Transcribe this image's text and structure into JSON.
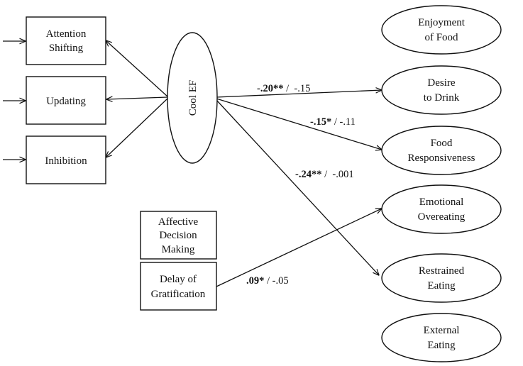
{
  "boxes": [
    {
      "id": "attention-shifting",
      "lines": [
        "Attention",
        "Shifting"
      ]
    },
    {
      "id": "updating",
      "lines": [
        "Updating"
      ]
    },
    {
      "id": "inhibition",
      "lines": [
        "Inhibition"
      ]
    },
    {
      "id": "affective-decision-making",
      "lines": [
        "Affective",
        "Decision",
        "Making"
      ]
    },
    {
      "id": "delay-of-gratification",
      "lines": [
        "Delay of",
        "Gratification"
      ]
    }
  ],
  "latent": {
    "id": "cool-ef",
    "label": "Cool EF"
  },
  "outcomes": [
    {
      "id": "enjoyment-of-food",
      "lines": [
        "Enjoyment",
        "of Food"
      ]
    },
    {
      "id": "desire-to-drink",
      "lines": [
        "Desire",
        "to Drink"
      ]
    },
    {
      "id": "food-responsiveness",
      "lines": [
        "Food",
        "Responsiveness"
      ]
    },
    {
      "id": "emotional-overeating",
      "lines": [
        "Emotional",
        "Overeating"
      ]
    },
    {
      "id": "restrained-eating",
      "lines": [
        "Restrained",
        "Eating"
      ]
    },
    {
      "id": "external-eating",
      "lines": [
        "External",
        "Eating"
      ]
    }
  ],
  "paths": [
    {
      "id": "cool-ef-to-desire-to-drink",
      "from": "cool-ef",
      "to": "desire-to-drink",
      "bold": "-.20**",
      "rest": " /  -.15"
    },
    {
      "id": "cool-ef-to-food-responsiveness",
      "from": "cool-ef",
      "to": "food-responsiveness",
      "bold": "-.15*",
      "rest": " / -.11"
    },
    {
      "id": "cool-ef-to-restrained-eating",
      "from": "cool-ef",
      "to": "restrained-eating",
      "bold": "-.24**",
      "rest": " /  -.001"
    },
    {
      "id": "delay-to-emotional-overeating",
      "from": "delay-of-gratification",
      "to": "emotional-overeating",
      "bold": ".09*",
      "rest": " / -.05"
    }
  ]
}
